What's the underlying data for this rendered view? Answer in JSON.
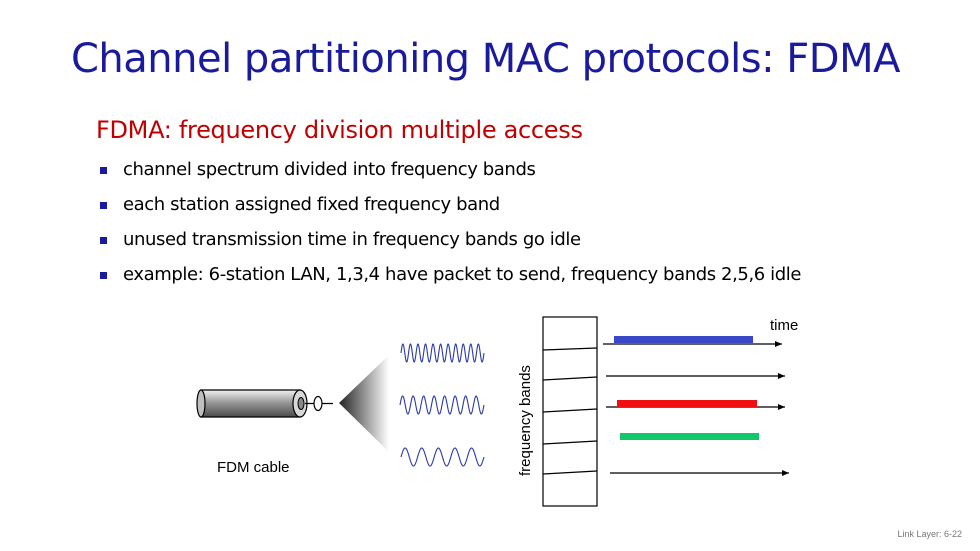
{
  "slide": {
    "title": "Channel partitioning MAC protocols: FDMA",
    "subtitle": "FDMA: frequency division multiple access",
    "bullets": [
      "channel spectrum divided into frequency bands",
      "each station assigned fixed frequency band",
      "unused transmission time in frequency bands go idle",
      "example: 6-station LAN, 1,3,4 have packet to send, frequency bands 2,5,6 idle"
    ],
    "footer": "Link Layer: 6-22"
  },
  "diagram": {
    "cable_label": "FDM cable",
    "axis_label": "frequency bands",
    "time_label": "time",
    "colors": {
      "band_blue": "#3a47c9",
      "band_red": "#f01010",
      "band_green": "#12c86a",
      "bullet": "#1a1a9c",
      "title": "#1a1a9c",
      "subtitle": "#c00000"
    }
  }
}
